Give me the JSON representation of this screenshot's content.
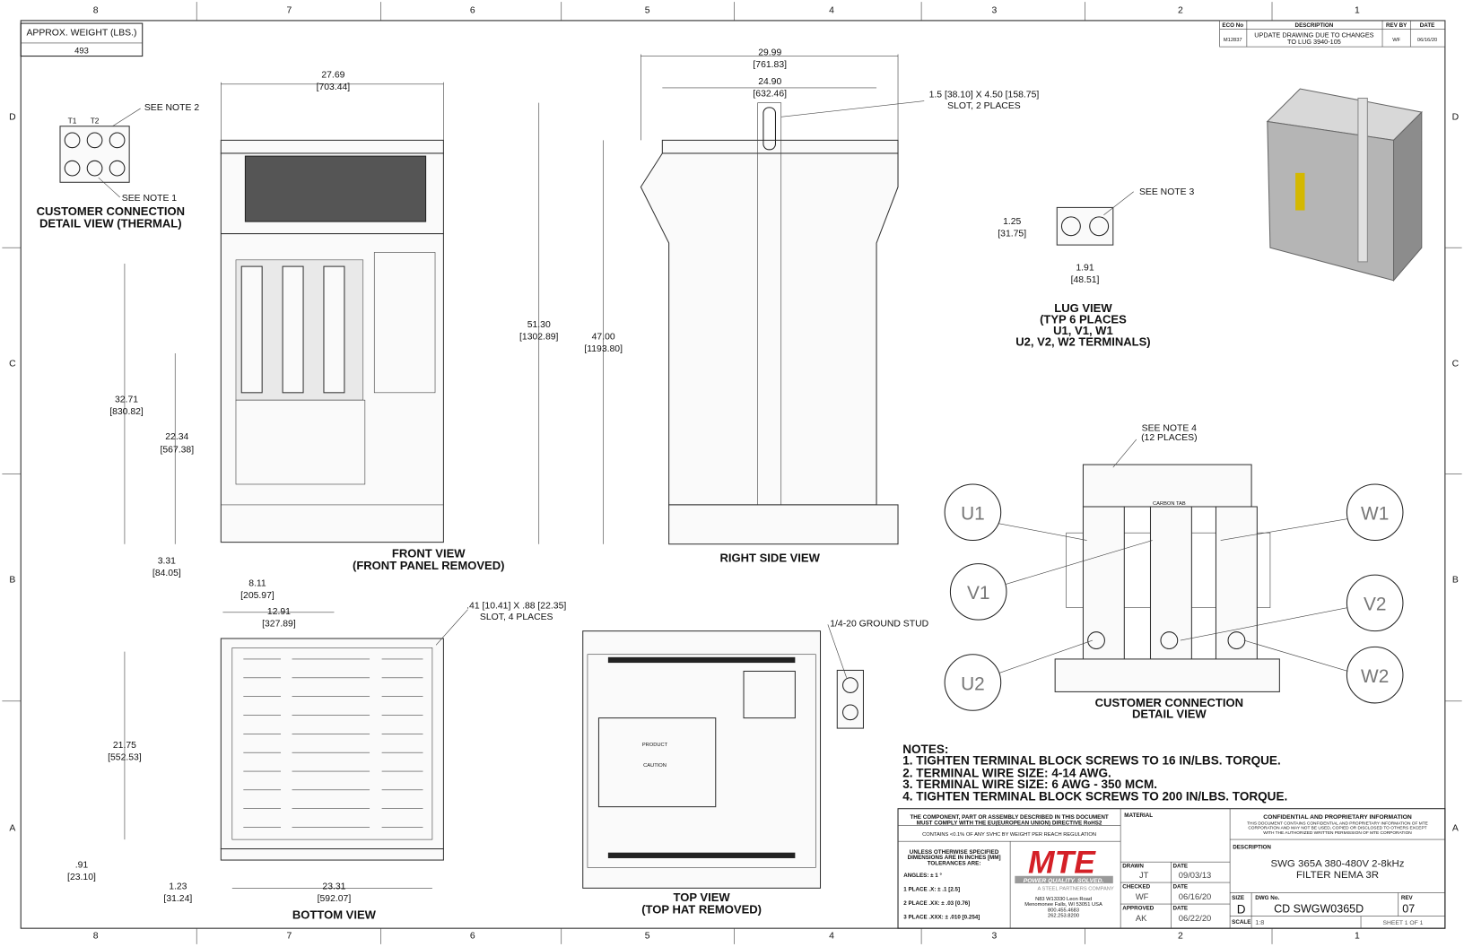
{
  "zones": {
    "columns": [
      "8",
      "7",
      "6",
      "5",
      "4",
      "3",
      "2",
      "1"
    ],
    "rows": [
      "D",
      "C",
      "B",
      "A"
    ]
  },
  "weight": {
    "label": "APPROX. WEIGHT (LBS.)",
    "value": "493"
  },
  "revision": {
    "headers": [
      "ECO No",
      "DESCRIPTION",
      "REV BY",
      "DATE"
    ],
    "row": {
      "eco": "M12837",
      "description_1": "UPDATE DRAWING DUE TO CHANGES",
      "description_2": "TO LUG 3940-105",
      "rev_by": "WF",
      "date": "06/16/20"
    }
  },
  "thermal_detail": {
    "t1": "T1",
    "t2": "T2",
    "note2": "SEE NOTE 2",
    "note1": "SEE NOTE 1",
    "title_1": "CUSTOMER CONNECTION",
    "title_2": "DETAIL VIEW (THERMAL)"
  },
  "front_view": {
    "title_1": "FRONT VIEW",
    "title_2": "(FRONT PANEL REMOVED)",
    "dims": [
      {
        "a": "27.69",
        "b": "[703.44]"
      },
      {
        "a": "32.71",
        "b": "[830.82]"
      },
      {
        "a": "22.34",
        "b": "[567.38]"
      },
      {
        "a": "3.31",
        "b": "[84.05]"
      },
      {
        "a": "8.11",
        "b": "[205.97]"
      },
      {
        "a": "12.91",
        "b": "[327.89]"
      }
    ]
  },
  "right_view": {
    "title": "RIGHT SIDE VIEW",
    "slot": {
      "a": "1.5 [38.10] X 4.50 [158.75]",
      "b": "SLOT, 2 PLACES"
    },
    "dims": [
      {
        "a": "29.99",
        "b": "[761.83]"
      },
      {
        "a": "24.90",
        "b": "[632.46]"
      },
      {
        "a": "51.30",
        "b": "[1302.89]"
      },
      {
        "a": "47.00",
        "b": "[1193.80]"
      }
    ]
  },
  "lug_view": {
    "note": "SEE NOTE 3",
    "dims": [
      {
        "a": "1.25",
        "b": "[31.75]"
      },
      {
        "a": "1.91",
        "b": "[48.51]"
      }
    ],
    "title": [
      "LUG VIEW",
      "(TYP 6 PLACES",
      "U1, V1, W1",
      "U2, V2, W2 TERMINALS)"
    ]
  },
  "bottom_view": {
    "title": "BOTTOM VIEW",
    "slot": {
      "a": ".41 [10.41] X .88 [22.35]",
      "b": "SLOT, 4 PLACES"
    },
    "dims": [
      {
        "a": "21.75",
        "b": "[552.53]"
      },
      {
        "a": ".91",
        "b": "[23.10]"
      },
      {
        "a": "1.23",
        "b": "[31.24]"
      },
      {
        "a": "23.31",
        "b": "[592.07]"
      }
    ]
  },
  "top_view": {
    "title_1": "TOP VIEW",
    "title_2": "(TOP HAT REMOVED)",
    "ground_stud": "1/4-20 GROUND STUD",
    "product": "PRODUCT",
    "caution": "CAUTION"
  },
  "connection_detail": {
    "note": "SEE NOTE 4",
    "note_sub": "(12 PLACES)",
    "carbon_tab": "CARBON TAB",
    "terminals": [
      "U1",
      "V1",
      "U2",
      "W1",
      "V2",
      "W2"
    ],
    "title_1": "CUSTOMER CONNECTION",
    "title_2": "DETAIL VIEW"
  },
  "notes": {
    "heading": "NOTES:",
    "items": [
      "1.  TIGHTEN TERMINAL BLOCK SCREWS TO 16 IN/LBS. TORQUE.",
      "2.  TERMINAL WIRE SIZE: 4-14 AWG.",
      "3.  TERMINAL WIRE SIZE: 6 AWG - 350 MCM.",
      "4.  TIGHTEN TERMINAL BLOCK SCREWS TO 200 IN/LBS. TORQUE."
    ]
  },
  "title_block": {
    "rohs_1": "THE COMPONENT, PART OR ASSEMBLY DESCRIBED IN THIS DOCUMENT",
    "rohs_2": "MUST COMPLY WITH THE EU(EUROPEAN UNION) DIRECTIVE RoHS2",
    "reach": "CONTAINS <0.1% OF ANY SVHC BY WEIGHT PER REACH REGULATION",
    "tol_1": "UNLESS OTHERWISE SPECIFIED",
    "tol_2": "DIMENSIONS ARE IN INCHES [MM]",
    "tol_3": "TOLERANCES ARE:",
    "angles": "ANGLES: ± 1 °",
    "place1": "1 PLACE .X: ± .1 [2.5]",
    "place2": "2 PLACE .XX: ± .03 [0.76]",
    "place3": "3 PLACE .XXX: ± .010 [0.254]",
    "logo": "MTE",
    "tagline": "POWER QUALITY. SOLVED.",
    "parent": "A STEEL PARTNERS COMPANY",
    "address": [
      "N83 W13330 Leon Road",
      "Menomonee Falls, WI 53051 USA",
      "800.455.4683",
      "262.253.8200"
    ],
    "material_label": "MATERIAL",
    "drawn_label": "DRAWN",
    "drawn": "JT",
    "drawn_date": "09/03/13",
    "checked_label": "CHECKED",
    "checked": "WF",
    "checked_date": "06/16/20",
    "approved_label": "APPROVED",
    "approved": "AK",
    "approved_date": "06/22/20",
    "date_label": "DATE",
    "conf_title": "CONFIDENTIAL AND PROPRIETARY INFORMATION",
    "conf_1": "THIS DOCUMENT CONTAINS CONFIDENTIAL AND PROPRIETARY INFORMATION OF MTE",
    "conf_2": "CORPORATION AND MAY NOT BE USED, COPIED OR DISCLOSED TO OTHERS EXCEPT",
    "conf_3": "WITH THE AUTHORIZED WRITTEN PERMISSION OF MTE CORPORATION",
    "description_label": "DESCRIPTION",
    "description_1": "SWG 365A 380-480V 2-8kHz",
    "description_2": "FILTER NEMA 3R",
    "size_label": "SIZE",
    "size": "D",
    "dwg_label": "DWG No.",
    "dwg": "CD SWGW0365D",
    "rev_label": "REV",
    "rev": "07",
    "scale_label": "SCALE",
    "scale": "1:8",
    "sheet": "SHEET 1  OF 1"
  },
  "colors": {
    "brand_red": "#d42027",
    "tagline_grey": "#9a9a9a"
  }
}
